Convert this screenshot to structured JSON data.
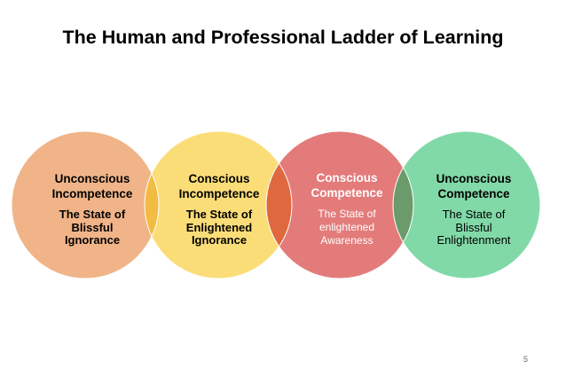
{
  "title": "The Human and Professional Ladder of Learning",
  "stages": [
    {
      "heading_line1": "Unconscious",
      "heading_line2": "Incompetence",
      "desc_line1": "The State of",
      "desc_line2": "Blissful",
      "desc_line3": "Ignorance",
      "fill": "#F0B488",
      "text_color": "#000000"
    },
    {
      "heading_line1": "Conscious",
      "heading_line2": "Incompetence",
      "desc_line1": "The State of",
      "desc_line2": "Enlightened",
      "desc_line3": "Ignorance",
      "fill": "#FBDD78",
      "text_color": "#000000"
    },
    {
      "heading_line1": "Conscious",
      "heading_line2": "Competence",
      "desc_line1": "The State of",
      "desc_line2": "enlightened",
      "desc_line3": "Awareness",
      "fill": "#E37B7B",
      "text_color": "#FFFFFF"
    },
    {
      "heading_line1": "Unconscious",
      "heading_line2": "Competence",
      "desc_line1": "The State of",
      "desc_line2": "Blissful",
      "desc_line3": "Enlightenment",
      "fill": "#82D9A8",
      "text_color": "#000000"
    }
  ],
  "overlap_colors": [
    "#F2BB42",
    "#E0683E",
    "#6B9A6B"
  ],
  "page_number": "5"
}
